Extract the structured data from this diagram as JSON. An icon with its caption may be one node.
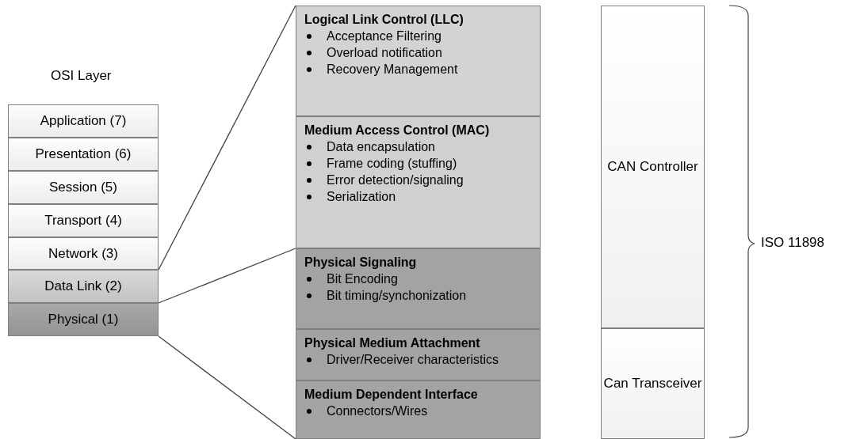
{
  "diagram": {
    "nodes": [
      {
        "text": [
          "Application (7)"
        ]
      },
      {
        "text": [
          "Presentation (6)"
        ]
      },
      {
        "text": [
          "Session (5)"
        ]
      },
      {
        "text": [
          "Transport (4)"
        ]
      },
      {
        "text": [
          "Network (3)"
        ]
      },
      {
        "text": [
          "Data Link (2)"
        ]
      },
      {
        "text": [
          "Physical (1)"
        ]
      },
      {
        "text": [
          "Logical Link Control (LLC)",
          "Acceptance Filtering",
          "Overload notification",
          "Recovery Management"
        ]
      },
      {
        "text": [
          "Medium Access Control (MAC)",
          "Data encapsulation",
          "Frame coding (stuffing)",
          "Error detection/signaling",
          "Serialization"
        ]
      },
      {
        "text": [
          "Physical Signaling",
          "Bit Encoding",
          "Bit timing/synchonization"
        ]
      },
      {
        "text": [
          "Physical Medium Attachment",
          "Driver/Receiver characteristics"
        ]
      },
      {
        "text": [
          "Medium Dependent Interface",
          "Connectors/Wires"
        ]
      },
      {
        "text": [
          "CAN Controller"
        ]
      },
      {
        "text": [
          "Can Transceiver"
        ]
      }
    ],
    "edges": [
      {
        "from": 5,
        "to": 7,
        "arrow": "none"
      },
      {
        "from": 5,
        "to": 8,
        "arrow": "none"
      },
      {
        "from": 6,
        "to": 9,
        "arrow": "none"
      },
      {
        "from": 6,
        "to": 11,
        "arrow": "none"
      }
    ],
    "labels": [
      "OSI Layer",
      "ISO 11898"
    ]
  }
}
